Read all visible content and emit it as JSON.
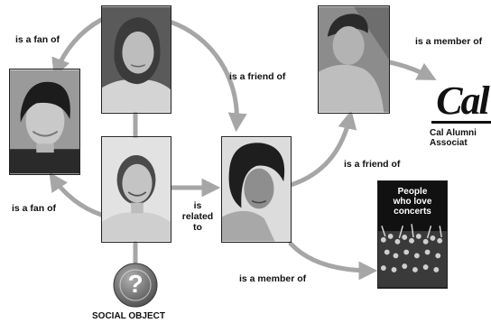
{
  "relations": {
    "fan_of_top": "is a fan of",
    "fan_of_bottom": "is a fan of",
    "friend_of_top": "is a friend of",
    "friend_of_right": "is a friend of",
    "member_of_top": "is a member of",
    "member_of_bottom": "is a member of",
    "related_to_line1": "is",
    "related_to_line2": "related",
    "related_to_line3": "to"
  },
  "cal_logo": {
    "word": "Cal",
    "line1": "Cal Alumni",
    "line2": "Associat"
  },
  "concert_poster": {
    "line1": "People",
    "line2": "who love",
    "line3": "concerts"
  },
  "social_object": {
    "symbol": "?",
    "caption": "SOCIAL OBJECT"
  },
  "colors": {
    "connector": "#a6a6a6",
    "text": "#111111",
    "bubble": "#7a7a7a"
  },
  "icons": [
    "boy-photo-icon",
    "girl-top-photo-icon",
    "girl-center-photo-icon",
    "woman-photo-icon",
    "man-photo-icon",
    "concert-crowd-icon",
    "question-mark-icon"
  ]
}
